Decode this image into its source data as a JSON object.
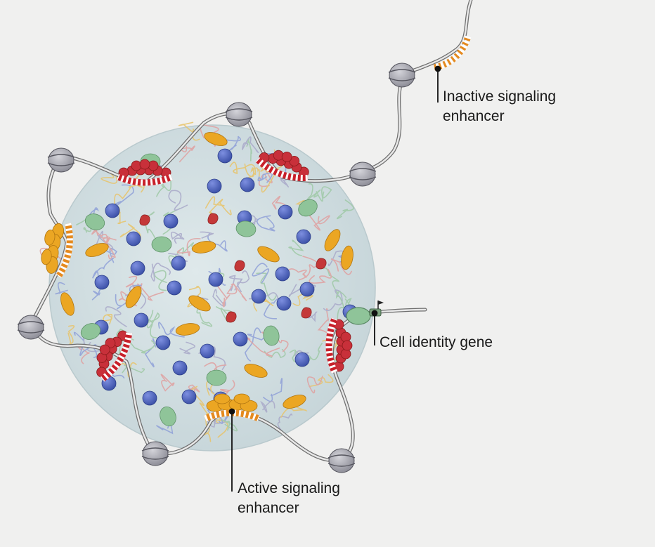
{
  "labels": {
    "inactive_enhancer": [
      "Inactive signaling",
      "enhancer"
    ],
    "cell_identity_gene": "Cell identity gene",
    "active_enhancer": [
      "Active signaling",
      "enhancer"
    ]
  },
  "colors": {
    "background": "#f0f0ef",
    "condensate": "#cfdde0",
    "chromatin_fiber": "#8a8a8a",
    "nucleosome": "#9c9ca6",
    "enhancer_red": "#c8202a",
    "enhancer_orange": "#e58a1f",
    "protein_blue": "#4a60b8",
    "protein_green": "#8fc499",
    "protein_orange": "#eba623",
    "protein_red": "#c43838"
  }
}
